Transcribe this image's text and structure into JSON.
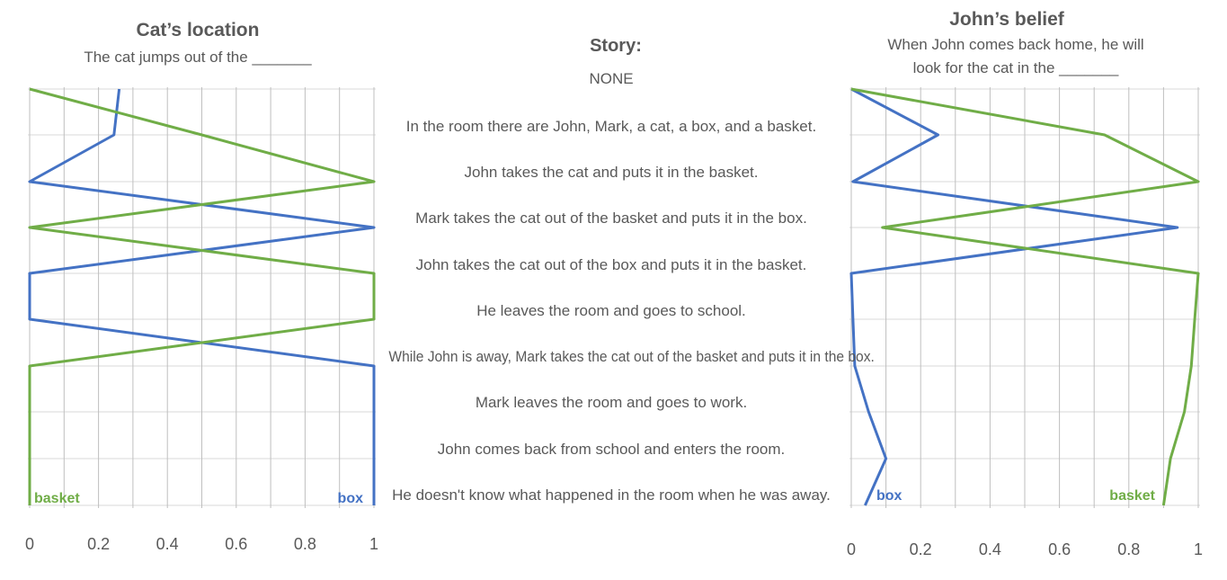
{
  "left_panel": {
    "title": "Cat’s location",
    "subtitle": "The cat jumps out of the _______"
  },
  "right_panel": {
    "title": "John’s belief",
    "subtitle_line1": "When John comes back home, he will",
    "subtitle_line2": "look for the cat in the _______"
  },
  "story": {
    "heading": "Story:",
    "sentences": [
      "NONE",
      "In the room there are John, Mark, a cat, a box, and a basket.",
      "John takes the cat and puts it in the basket.",
      "Mark takes the cat out of the basket and puts it in the box.",
      "John takes the cat out of the box and puts it in the basket.",
      "He leaves the room and goes to school.",
      "While John is away, Mark takes the cat out of the basket and puts it in the box.",
      "Mark leaves the room and goes to work.",
      "John comes back from school and enters the room.",
      "He doesn't know what happened in the room when he was away."
    ]
  },
  "colors": {
    "box": "#4472c4",
    "basket": "#70ad47",
    "grid": "#d9d9d9",
    "axis": "#bfbfbf"
  },
  "chart_data": [
    {
      "type": "line",
      "orientation": "horizontal-values",
      "title": "Cat’s location",
      "xlim": [
        0,
        1
      ],
      "xticks": [
        "0",
        "0.2",
        "0.4",
        "0.6",
        "0.8",
        "1"
      ],
      "grid": true,
      "series": [
        {
          "name": "box",
          "color": "#4472c4",
          "values": [
            0.26,
            0.245,
            0,
            1,
            0,
            0,
            1,
            1,
            1,
            1
          ]
        },
        {
          "name": "basket",
          "color": "#70ad47",
          "values": [
            0,
            0.5,
            1,
            0,
            1,
            1,
            0,
            0,
            0,
            0
          ]
        }
      ]
    },
    {
      "type": "line",
      "orientation": "horizontal-values",
      "title": "John’s belief",
      "xlim": [
        0,
        1
      ],
      "xticks": [
        "0",
        "0.2",
        "0.4",
        "0.6",
        "0.8",
        "1"
      ],
      "grid": true,
      "series": [
        {
          "name": "box",
          "color": "#4472c4",
          "values": [
            0,
            0.25,
            0.005,
            0.94,
            0,
            0.005,
            0.01,
            0.05,
            0.1,
            0.04
          ]
        },
        {
          "name": "basket",
          "color": "#70ad47",
          "values": [
            0,
            0.73,
            1,
            0.09,
            1,
            0.99,
            0.98,
            0.96,
            0.92,
            0.9
          ]
        }
      ]
    }
  ]
}
